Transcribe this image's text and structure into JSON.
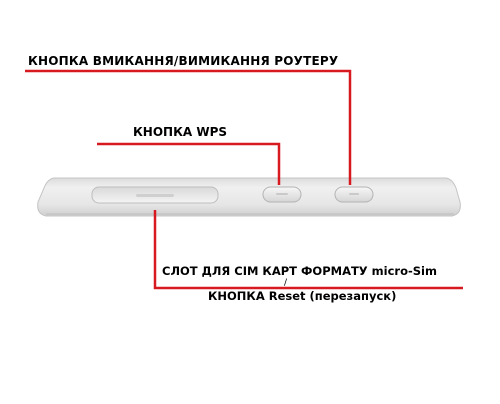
{
  "labels": {
    "power_button": "КНОПКА ВМИКАННЯ/ВИМИКАННЯ РОУТЕРУ",
    "wps_button": "КНОПКА WPS",
    "sim_slot": "СЛОТ ДЛЯ СІМ КАРТ ФОРМАТУ micro-Sim",
    "separator": "/",
    "reset_button": "КНОПКА Reset (перезапуск)"
  },
  "colors": {
    "leader_line": "#d71920",
    "device_body": "#e9e9e9",
    "label_text": "#000000"
  }
}
